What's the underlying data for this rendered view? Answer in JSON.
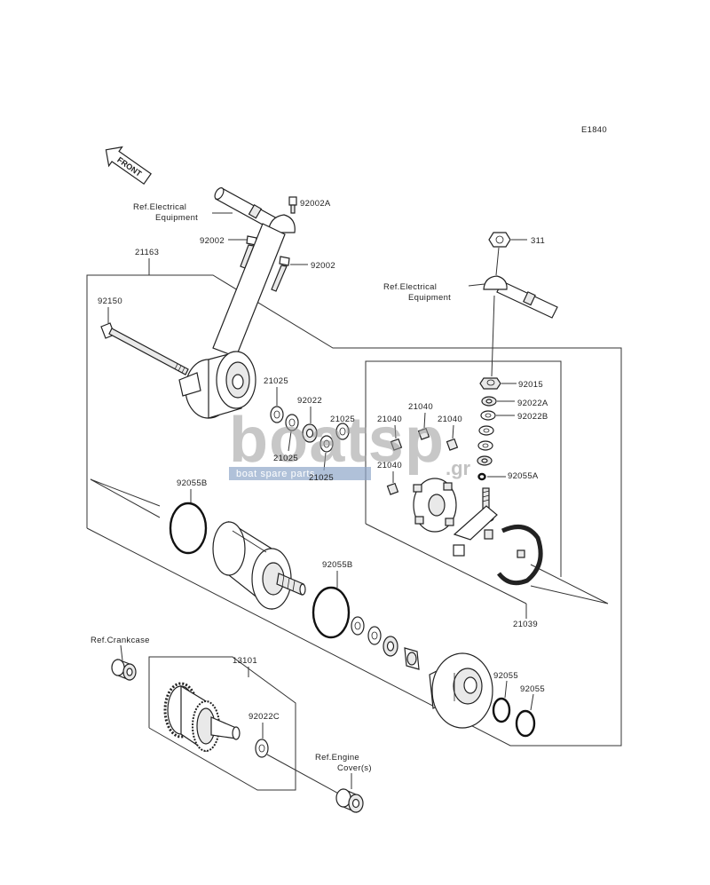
{
  "diagram_id": "E1840",
  "front_arrow": "FRONT",
  "refs": {
    "electrical_left": {
      "line1": "Ref.Electrical",
      "line2": "Equipment"
    },
    "electrical_right": {
      "line1": "Ref.Electrical",
      "line2": "Equipment"
    },
    "crankcase": "Ref.Crankcase",
    "engine_cover": {
      "line1": "Ref.Engine",
      "line2": "Cover(s)"
    }
  },
  "part_numbers": {
    "bolt_92002A": "92002A",
    "bolt_92002_left": "92002",
    "bolt_92002_right": "92002",
    "starter_assy_21163": "21163",
    "bolt_92150": "92150",
    "nut_311": "311",
    "nut_92015": "92015",
    "washer_92022A": "92022A",
    "washer_92022B": "92022B",
    "washer_21025_a": "21025",
    "washer_92022": "92022",
    "washer_21025_b": "21025",
    "washer_21025_c": "21025",
    "washer_21025_d": "21025",
    "brush_21040_a": "21040",
    "brush_21040_b": "21040",
    "brush_21040_c": "21040",
    "brush_21040_d": "21040",
    "oring_92055A": "92055A",
    "oring_92055B_left": "92055B",
    "oring_92055B_right": "92055B",
    "brush_holder_21039": "21039",
    "clutch_13101": "13101",
    "oring_92055_a": "92055",
    "oring_92055_b": "92055",
    "washer_92022C": "92022C"
  },
  "watermark": {
    "brand": "boatsp",
    "suffix": ".gr",
    "tagline": "boat spare parts"
  }
}
